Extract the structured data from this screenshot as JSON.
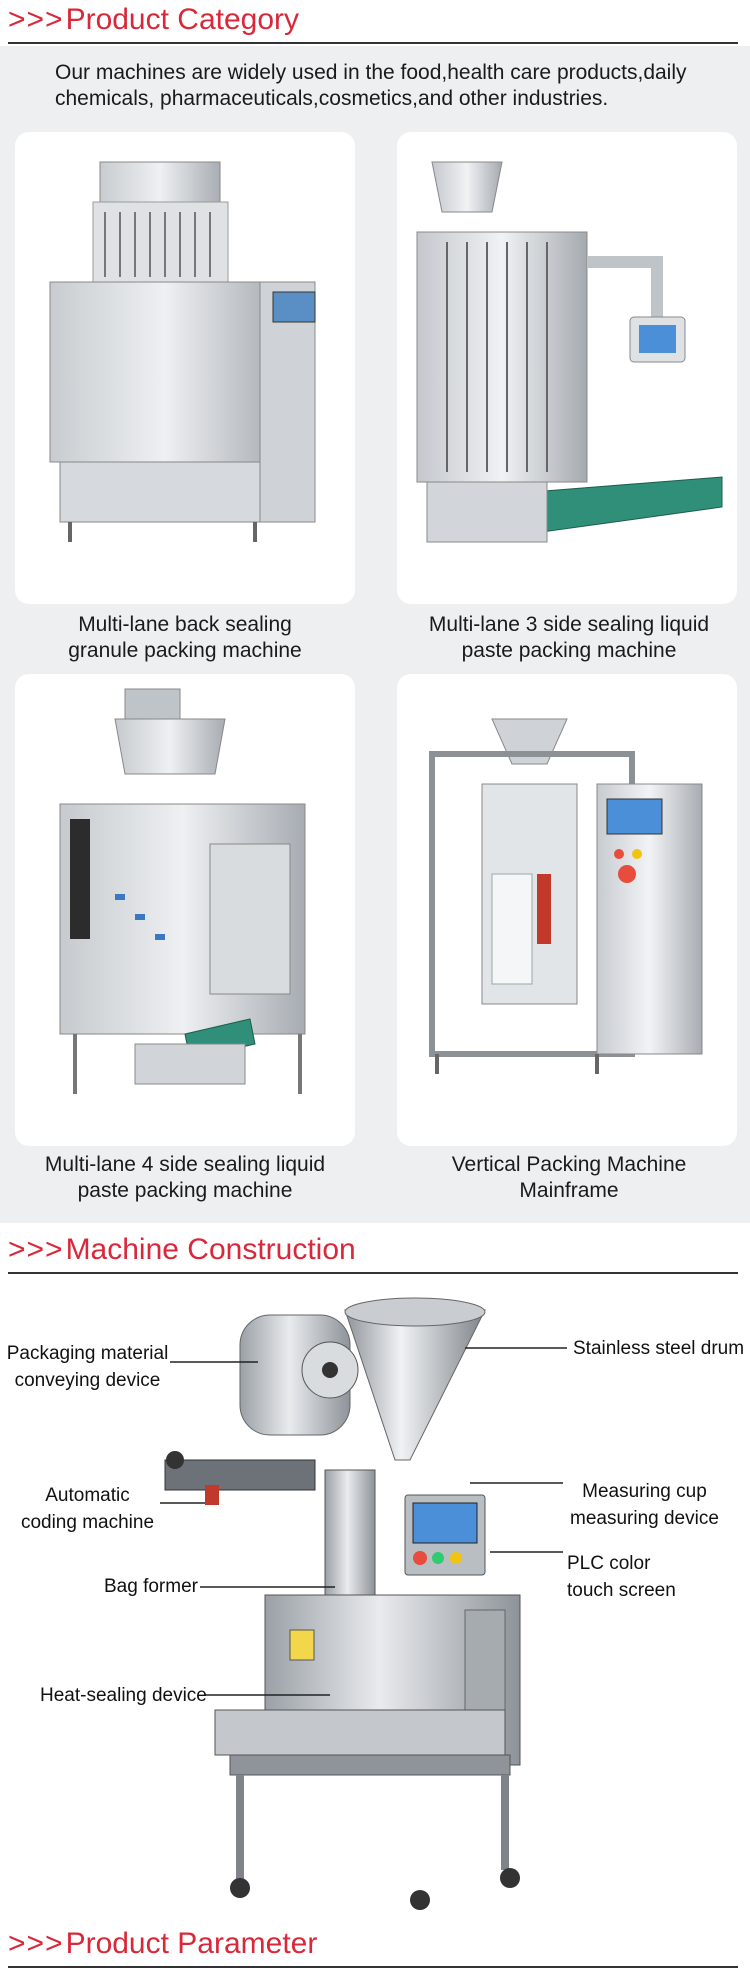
{
  "sections": {
    "category": {
      "arrows": ">>>",
      "title": "Product Category"
    },
    "construction": {
      "arrows": ">>>",
      "title": "Machine Construction"
    },
    "parameter": {
      "arrows": ">>>",
      "title": "Product Parameter"
    }
  },
  "intro": "Our machines are widely used in the food,health care products,daily chemicals, pharmaceuticals,cosmetics,and other industries.",
  "products": [
    {
      "line1": "Multi-lane back sealing",
      "line2": "granule packing machine"
    },
    {
      "line1": "Multi-lane 3 side sealing liquid",
      "line2": "paste packing machine"
    },
    {
      "line1": "Multi-lane 4 side sealing liquid",
      "line2": "paste packing machine"
    },
    {
      "line1": "Vertical Packing Machine",
      "line2": "Mainframe"
    }
  ],
  "callouts": {
    "packaging_material": {
      "line1": "Packaging material",
      "line2": "conveying device"
    },
    "automatic_coding": {
      "line1": "Automatic",
      "line2": "coding machine"
    },
    "bag_former": {
      "line1": "Bag former"
    },
    "heat_sealing": {
      "line1": "Heat-sealing device"
    },
    "stainless_drum": {
      "line1": "Stainless steel drum"
    },
    "measuring_cup": {
      "line1": "Measuring cup",
      "line2": "measuring device"
    },
    "plc_screen": {
      "line1": "PLC color",
      "line2": "touch screen"
    }
  },
  "colors": {
    "accent": "#d8283a",
    "background_gray": "#eeeff1",
    "screen_blue": "#4a8fd8"
  }
}
